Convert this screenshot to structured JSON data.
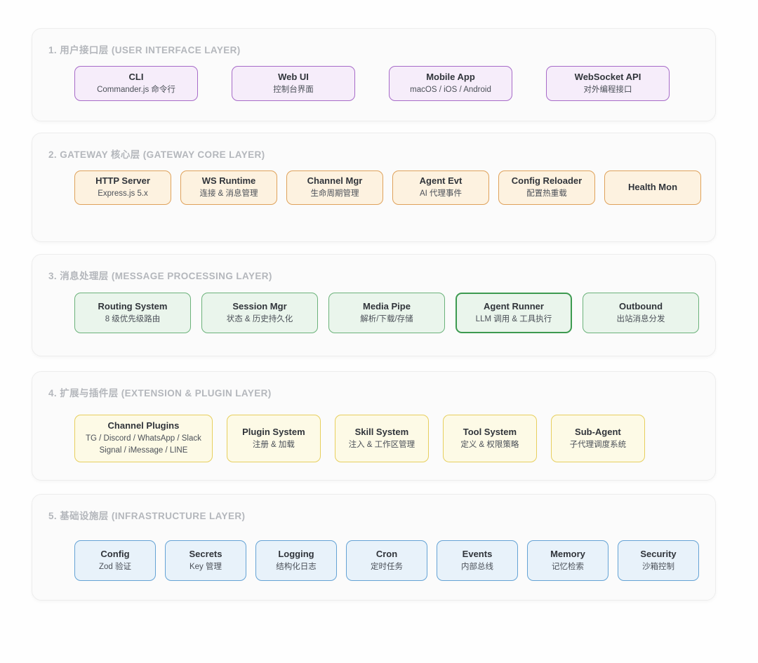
{
  "layers": [
    {
      "title": "1. 用户接口层 (USER INTERFACE LAYER)",
      "colors": {
        "bg": "#f6edfa",
        "border": "#a76bc8"
      },
      "boxes": [
        {
          "title": "CLI",
          "subtitle": "Commander.js 命令行"
        },
        {
          "title": "Web UI",
          "subtitle": "控制台界面"
        },
        {
          "title": "Mobile App",
          "subtitle": "macOS / iOS / Android"
        },
        {
          "title": "WebSocket API",
          "subtitle": "对外编程接口"
        }
      ]
    },
    {
      "title": "2. GATEWAY 核心层 (GATEWAY CORE LAYER)",
      "colors": {
        "bg": "#fdf2e0",
        "border": "#dfa25b"
      },
      "boxes": [
        {
          "title": "HTTP Server",
          "subtitle": "Express.js 5.x"
        },
        {
          "title": "WS Runtime",
          "subtitle": "连接 & 消息管理"
        },
        {
          "title": "Channel Mgr",
          "subtitle": "生命周期管理"
        },
        {
          "title": "Agent Evt",
          "subtitle": "AI 代理事件"
        },
        {
          "title": "Config Reloader",
          "subtitle": "配置热重载"
        },
        {
          "title": "Health Mon",
          "subtitle": ""
        }
      ]
    },
    {
      "title": "3. 消息处理层 (MESSAGE PROCESSING LAYER)",
      "colors": {
        "bg": "#eaf5ec",
        "border": "#6bb27a",
        "highlight_border": "#3d9a50"
      },
      "boxes": [
        {
          "title": "Routing System",
          "subtitle": "8 级优先级路由"
        },
        {
          "title": "Session Mgr",
          "subtitle": "状态 & 历史持久化"
        },
        {
          "title": "Media Pipe",
          "subtitle": "解析/下载/存储"
        },
        {
          "title": "Agent Runner",
          "subtitle": "LLM 调用 & 工具执行",
          "highlighted": true
        },
        {
          "title": "Outbound",
          "subtitle": "出站消息分发"
        }
      ]
    },
    {
      "title": "4. 扩展与插件层 (EXTENSION & PLUGIN LAYER)",
      "colors": {
        "bg": "#fdfae6",
        "border": "#e7cf5e"
      },
      "boxes": [
        {
          "title": "Channel Plugins",
          "subtitle": "TG / Discord / WhatsApp / Slack",
          "subtitle2": "Signal / iMessage / LINE"
        },
        {
          "title": "Plugin System",
          "subtitle": "注册 & 加载"
        },
        {
          "title": "Skill System",
          "subtitle": "注入 & 工作区管理"
        },
        {
          "title": "Tool System",
          "subtitle": "定义 & 权限策略"
        },
        {
          "title": "Sub-Agent",
          "subtitle": "子代理调度系统"
        }
      ]
    },
    {
      "title": "5. 基础设施层 (INFRASTRUCTURE LAYER)",
      "colors": {
        "bg": "#e8f2fa",
        "border": "#65a3d5"
      },
      "boxes": [
        {
          "title": "Config",
          "subtitle": "Zod 验证"
        },
        {
          "title": "Secrets",
          "subtitle": "Key 管理"
        },
        {
          "title": "Logging",
          "subtitle": "结构化日志"
        },
        {
          "title": "Cron",
          "subtitle": "定时任务"
        },
        {
          "title": "Events",
          "subtitle": "内部总线"
        },
        {
          "title": "Memory",
          "subtitle": "记忆检索"
        },
        {
          "title": "Security",
          "subtitle": "沙箱控制"
        }
      ]
    }
  ]
}
